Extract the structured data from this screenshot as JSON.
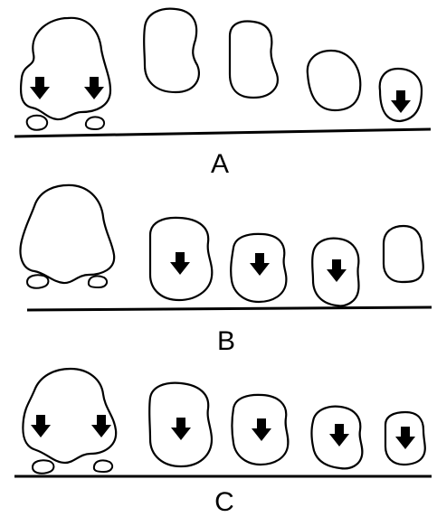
{
  "panels": [
    {
      "label": "A",
      "arrows": {
        "first_left": true,
        "first_right": true,
        "shape2": false,
        "shape3": false,
        "shape4": false,
        "shape5": true
      }
    },
    {
      "label": "B",
      "arrows": {
        "first_left": false,
        "first_right": false,
        "shape2": true,
        "shape3": true,
        "shape4": true,
        "shape5": false
      }
    },
    {
      "label": "C",
      "arrows": {
        "first_left": true,
        "first_right": true,
        "shape2": true,
        "shape3": true,
        "shape4": true,
        "shape5": true
      }
    }
  ],
  "colors": {
    "ink": "#000000",
    "background": "#ffffff"
  },
  "icons": {
    "arrow": "down-arrow-icon"
  }
}
